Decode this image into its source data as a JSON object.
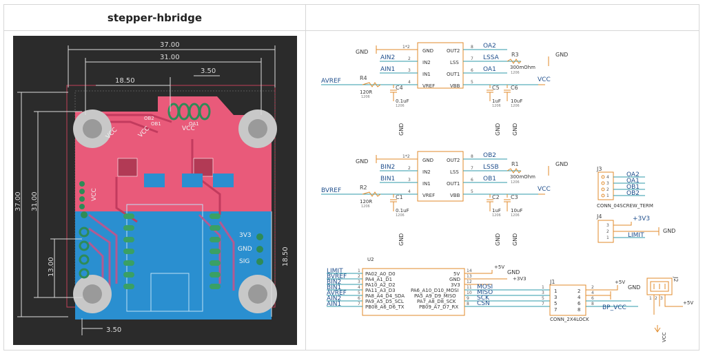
{
  "header": {
    "title": "stepper-hbridge"
  },
  "pcb": {
    "dims": {
      "width_outer": "37.00",
      "width_inner": "31.00",
      "offset_left": "18.50",
      "offset_small": "3.50",
      "height_outer": "37.00",
      "height_inner": "31.00",
      "height_lower": "13.00",
      "height_right": "18.50",
      "bottom_offset": "3.50"
    },
    "silk": {
      "vcc1": "VCC",
      "vcc2": "VCC",
      "vcc3": "VCC",
      "vcc4": "VCC",
      "ob2": "OB2",
      "ob1": "OB1",
      "oa1": "OA1",
      "v3v3": "3V3",
      "gnd": "GND",
      "sig": "SIG"
    }
  },
  "schematic": {
    "driver1": {
      "pins_left": [
        {
          "num": "1*2",
          "name": "GND"
        },
        {
          "num": "2",
          "name": "IN2"
        },
        {
          "num": "3",
          "name": "IN1"
        },
        {
          "num": "4",
          "name": "VREF"
        }
      ],
      "pins_right": [
        {
          "num": "8",
          "name": "OUT2"
        },
        {
          "num": "7",
          "name": "LSS"
        },
        {
          "num": "6",
          "name": "OUT1"
        },
        {
          "num": "5",
          "name": "VBB"
        }
      ],
      "nets_left": {
        "gnd": "GND",
        "ain2": "AIN2",
        "ain1": "AIN1",
        "avref": "AVREF"
      },
      "nets_right": {
        "oa2": "OA2",
        "lssa": "LSSA",
        "oa1": "OA1",
        "gnd_r": "GND",
        "vcc": "VCC"
      },
      "r3": {
        "ref": "R3",
        "val": "300mOhm",
        "pkg": "1206"
      },
      "r4": {
        "ref": "R4",
        "val": "120R",
        "pkg": "1206"
      },
      "c4": {
        "ref": "C4",
        "val": "0.1uF",
        "pkg": "1206"
      },
      "c5": {
        "ref": "C5",
        "val": "1uF",
        "pkg": "1206"
      },
      "c6": {
        "ref": "C6",
        "val": "10uF",
        "pkg": "1206"
      },
      "gnd_c4": "GND",
      "gnd_c5": "GND",
      "gnd_c6": "GND"
    },
    "driver2": {
      "pins_left": [
        {
          "num": "1*2",
          "name": "GND"
        },
        {
          "num": "2",
          "name": "IN2"
        },
        {
          "num": "3",
          "name": "IN1"
        },
        {
          "num": "4",
          "name": "VREF"
        }
      ],
      "pins_right": [
        {
          "num": "8",
          "name": "OUT2"
        },
        {
          "num": "7",
          "name": "LSS"
        },
        {
          "num": "6",
          "name": "OUT1"
        },
        {
          "num": "5",
          "name": "VBB"
        }
      ],
      "nets_left": {
        "gnd": "GND",
        "bin2": "BIN2",
        "bin1": "BIN1",
        "bvref": "BVREF"
      },
      "nets_right": {
        "ob2": "OB2",
        "lssb": "LSSB",
        "ob1": "OB1",
        "gnd_r": "GND",
        "vcc": "VCC"
      },
      "r1": {
        "ref": "R1",
        "val": "300mOhm",
        "pkg": "1206"
      },
      "r2": {
        "ref": "R2",
        "val": "120R",
        "pkg": "1206"
      },
      "c1": {
        "ref": "C1",
        "val": "0.1uF",
        "pkg": "1206"
      },
      "c2": {
        "ref": "C2",
        "val": "1uF",
        "pkg": "1206"
      },
      "c3": {
        "ref": "C3",
        "val": "10uF",
        "pkg": "1206"
      },
      "gnd_c1": "GND",
      "gnd_c2": "GND",
      "gnd_c3": "GND"
    },
    "j3": {
      "ref": "J3",
      "pins": [
        {
          "num": "4",
          "net": "OA2"
        },
        {
          "num": "3",
          "net": "OA1"
        },
        {
          "num": "2",
          "net": "OB1"
        },
        {
          "num": "1",
          "net": "OB2"
        }
      ],
      "name": "CONN_04SCREW_TERM"
    },
    "j4": {
      "ref": "J4",
      "pins": [
        {
          "num": "3",
          "net": "+3V3"
        },
        {
          "num": "2",
          "net": "GND"
        },
        {
          "num": "1",
          "net": "LIMIT"
        }
      ]
    },
    "u2": {
      "ref": "U2",
      "left_nets": [
        "LIMIT",
        "BVREF",
        "BIN2",
        "BIN1",
        "AVREF",
        "AIN2",
        "AIN1"
      ],
      "left_nums": [
        "1",
        "2",
        "3",
        "4",
        "5",
        "6",
        "7"
      ],
      "left_pins": [
        "PA02_A0_D0",
        "PA4_A1_D1",
        "PA10_A2_D2",
        "PA11_A3_D3",
        "PA8_A4_D4_SDA",
        "PA9_A5_D5_SCL",
        "PB08_A6_D6_TX"
      ],
      "right_pins": [
        "5V",
        "GND",
        "3V3",
        "PA6_A10_D10_MOSI",
        "PA5_A9_D9_MISO",
        "PA7_A8_D8_SCK",
        "PB09_A7_D7_RX"
      ],
      "right_nums": [
        "14",
        "13",
        "12",
        "11",
        "10",
        "9",
        "8"
      ],
      "right_nets": [
        "+5V",
        "GND",
        "+3V3",
        "MOSI",
        "MISO",
        "SCK",
        "CSN"
      ]
    },
    "j1": {
      "ref": "J1",
      "name": "CONN_2X4LOCK",
      "left_nums": [
        "1",
        "3",
        "5",
        "7"
      ],
      "inner_left": [
        "1",
        "3",
        "5",
        "7"
      ],
      "inner_right": [
        "2",
        "4",
        "6",
        "8"
      ],
      "right_nums": [
        "2",
        "4",
        "6",
        "8"
      ],
      "p5v": "+5V",
      "gnd": "GND",
      "bp_vcc": "BP_VCC"
    },
    "j2": {
      "ref": "J2",
      "nums": [
        "1",
        "2",
        "3"
      ],
      "p5v": "+5V",
      "vcc": "VCC"
    }
  }
}
